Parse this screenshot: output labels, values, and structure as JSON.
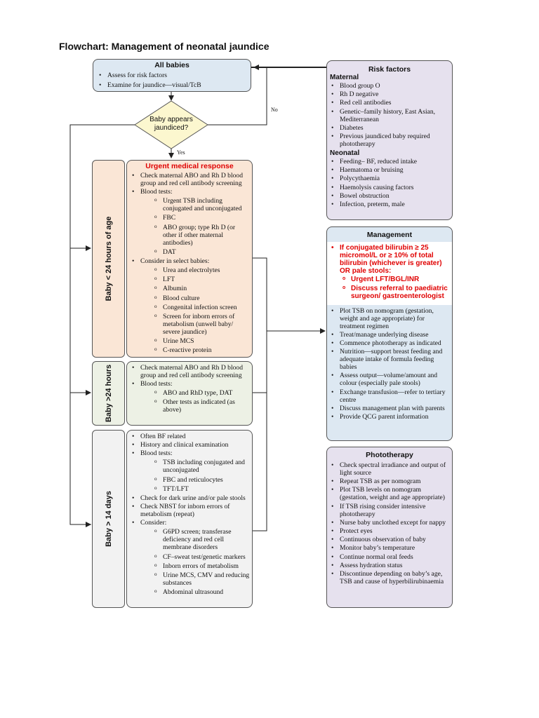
{
  "title": "Flowchart: Management of neonatal jaundice",
  "all_babies": {
    "header": "All babies",
    "items": [
      "Assess for risk factors",
      "Examine for jaundice—visual/TcB"
    ]
  },
  "decision": {
    "line1": "Baby appears",
    "line2": "jaundiced?",
    "no": "No",
    "yes": "Yes"
  },
  "lt24": {
    "side_label": "Baby < 24 hours of age",
    "header": "Urgent medical response",
    "b1": "Check maternal ABO and Rh D blood group and red cell antibody screening",
    "b2": "Blood tests:",
    "b2_items": [
      "Urgent TSB including conjugated and unconjugated",
      "FBC",
      "ABO group; type Rh D (or other if other maternal antibodies)",
      "DAT"
    ],
    "b3": "Consider in select babies:",
    "b3_items": [
      "Urea and electrolytes",
      "LFT",
      "Albumin",
      "Blood culture",
      "Congenital infection screen",
      "Screen for inborn errors of metabolism (unwell baby/ severe jaundice)",
      "Urine MCS",
      "C-reactive protein"
    ]
  },
  "gt24": {
    "side_label": "Baby >24 hours",
    "b1": "Check maternal ABO and Rh D blood group and red cell antibody screening",
    "b2": "Blood tests:",
    "b2_items": [
      "ABO and RhD type, DAT",
      "Other tests as indicated (as above)"
    ]
  },
  "gt14": {
    "side_label": "Baby > 14 days",
    "b1": "Often BF related",
    "b2": "History and clinical examination",
    "b3": "Blood tests:",
    "b3_items": [
      "TSB including conjugated and unconjugated",
      "FBC and reticulocytes",
      "TFT/LFT"
    ],
    "b4": "Check for dark urine and/or pale stools",
    "b5": "Check NBST for inborn errors of metabolism (repeat)",
    "b6": "Consider:",
    "b6_items": [
      "G6PD screen; transferase deficiency and red cell membrane disorders",
      "CF–sweat test/genetic markers",
      "Inborn errors of metabolism",
      "Urine MCS, CMV and reducing substances",
      "Abdominal ultrasound"
    ]
  },
  "risk": {
    "header": "Risk factors",
    "maternal_label": "Maternal",
    "maternal": [
      "Blood group O",
      "Rh D negative",
      "Red cell antibodies",
      "Genetic–family history, East Asian, Mediterranean",
      "Diabetes",
      "Previous jaundiced baby required phototherapy"
    ],
    "neonatal_label": "Neonatal",
    "neonatal": [
      "Feeding– BF, reduced intake",
      "Haematoma or bruising",
      "Polycythaemia",
      "Haemolysis causing factors",
      "Bowel obstruction",
      "Infection, preterm, male"
    ]
  },
  "management": {
    "header": "Management",
    "red_main": "If conjugated bilirubin ≥ 25 micromol/L or ≥ 10% of total bilirubin (whichever is greater) OR pale stools:",
    "red_sub": [
      "Urgent LFT/BGL/INR",
      "Discuss referral to paediatric surgeon/ gastroenterologist"
    ],
    "items": [
      "Plot TSB on nomogram (gestation, weight and age appropriate) for treatment regimen",
      "Treat/manage underlying disease",
      "Commence phototherapy as indicated",
      "Nutrition—support breast feeding and adequate intake of formula feeding babies",
      "Assess output—volume/amount and colour (especially pale stools)",
      "Exchange transfusion—refer to tertiary centre",
      "Discuss management plan with parents",
      "Provide QCG parent information"
    ]
  },
  "photo": {
    "header": "Phototherapy",
    "items": [
      "Check spectral irradiance and output of light source",
      "Repeat TSB as per nomogram",
      "Plot TSB levels on nomogram (gestation, weight and age appropriate)",
      "If TSB rising consider intensive phototherapy",
      "Nurse baby unclothed except for nappy",
      "Protect eyes",
      "Continuous observation of baby",
      "Monitor baby’s temperature",
      "Continue normal oral feeds",
      "Assess hydration status",
      "Discontinue depending on baby’s age, TSB and cause of hyperbilirubinaemia"
    ]
  },
  "colors": {
    "blue": "#dde8f2",
    "peach": "#fae6d6",
    "green": "#edf1e5",
    "grey": "#f2f2f2",
    "lavender": "#e6e1ee",
    "red": "#e00000"
  }
}
